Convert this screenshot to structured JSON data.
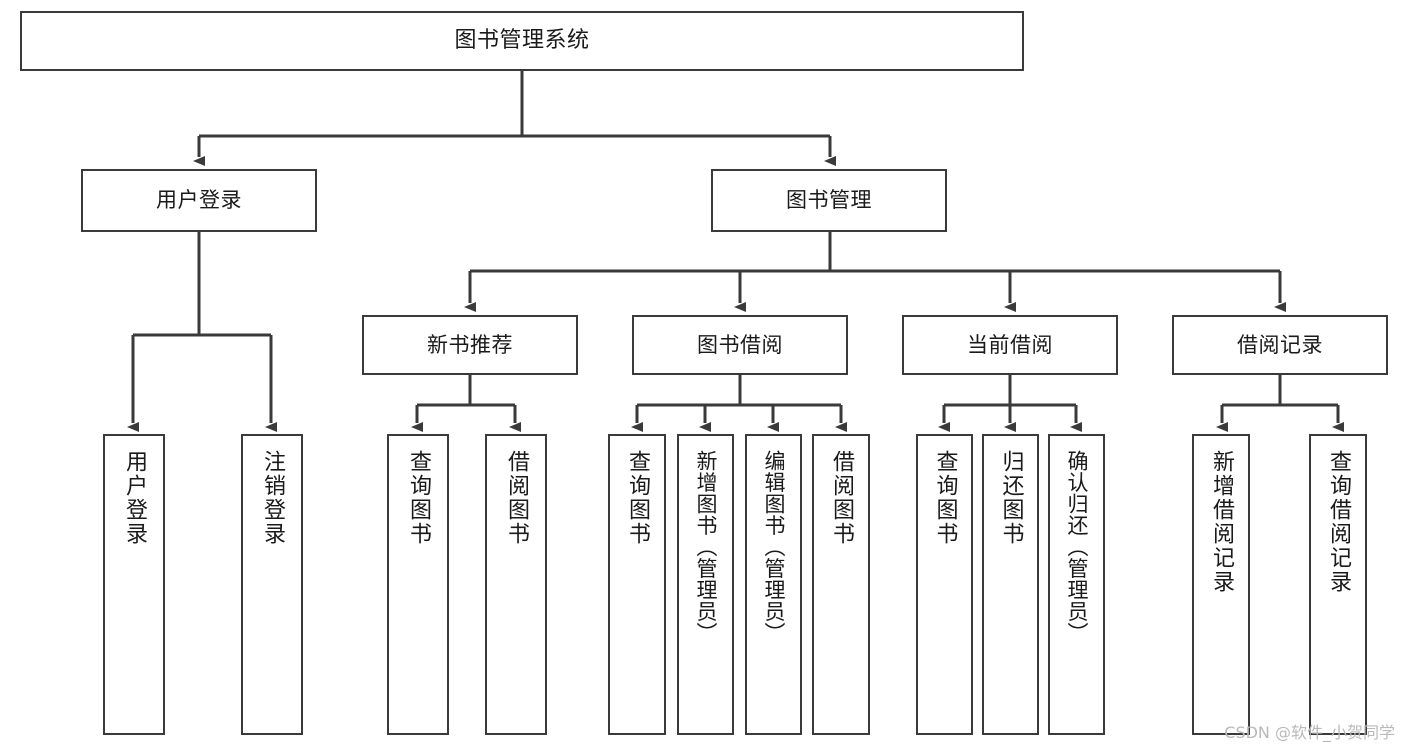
{
  "diagram": {
    "type": "tree-hierarchy-chart",
    "title": "图书管理系统",
    "stroke_color": "#3a3a3a",
    "background_color": "#ffffff",
    "text_color": "#1a1a1a",
    "root": {
      "label": "图书管理系统"
    },
    "level2": [
      {
        "label": "用户登录"
      },
      {
        "label": "图书管理"
      }
    ],
    "level3": [
      {
        "label": "新书推荐"
      },
      {
        "label": "图书借阅"
      },
      {
        "label": "当前借阅"
      },
      {
        "label": "借阅记录"
      }
    ],
    "leaves": {
      "user_login": [
        {
          "label": "用户登录"
        },
        {
          "label": "注销登录"
        }
      ],
      "new_book_recommend": [
        {
          "label": "查询图书"
        },
        {
          "label": "借阅图书"
        }
      ],
      "book_borrow": [
        {
          "label": "查询图书"
        },
        {
          "label": "新增图书（管理员）"
        },
        {
          "label": "编辑图书（管理员）"
        },
        {
          "label": "借阅图书"
        }
      ],
      "current_borrow": [
        {
          "label": "查询图书"
        },
        {
          "label": "归还图书"
        },
        {
          "label": "确认归还（管理员）"
        }
      ],
      "borrow_record": [
        {
          "label": "新增借阅记录"
        },
        {
          "label": "查询借阅记录"
        }
      ]
    }
  },
  "watermark": {
    "text": "CSDN @软件_小贺同学"
  }
}
